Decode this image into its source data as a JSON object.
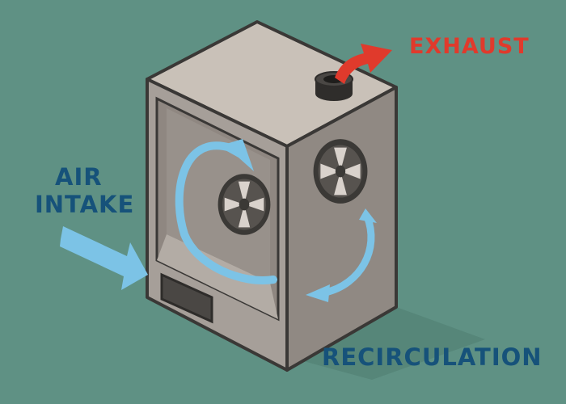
{
  "labels": {
    "exhaust": "EXHAUST",
    "air": "AIR",
    "intake": "INTAKE",
    "recirculation": "RECIRCULATION"
  },
  "colors": {
    "background": "#5f9184",
    "exhaust": "#e03a2c",
    "airflow": "#7cc3e6",
    "label_text": "#16527a",
    "cabinet_top": "#c9c1b8",
    "cabinet_side": "#908983",
    "cabinet_front": "#a69f99",
    "outline": "#3a3836"
  },
  "icons": [
    "fan-icon",
    "exhaust-port-icon",
    "airflow-arrow-icon"
  ]
}
